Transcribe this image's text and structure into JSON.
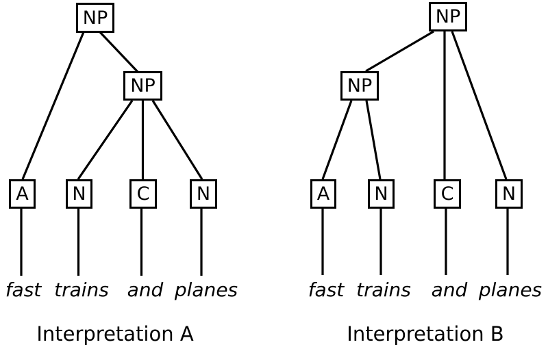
{
  "figure": {
    "background_color": "#ffffff",
    "line_color": "#000000",
    "phrase": "fast trains and planes",
    "trees": [
      {
        "id": "A",
        "caption": "Interpretation A",
        "root_label": "NP",
        "sub_label": "NP",
        "pos_labels": [
          "A",
          "N",
          "C",
          "N"
        ],
        "words": [
          "fast",
          "trains",
          "and",
          "planes"
        ]
      },
      {
        "id": "B",
        "caption": "Interpretation B",
        "root_label": "NP",
        "sub_label": "NP",
        "pos_labels": [
          "A",
          "N",
          "C",
          "N"
        ],
        "words": [
          "fast",
          "trains",
          "and",
          "planes"
        ]
      }
    ]
  }
}
